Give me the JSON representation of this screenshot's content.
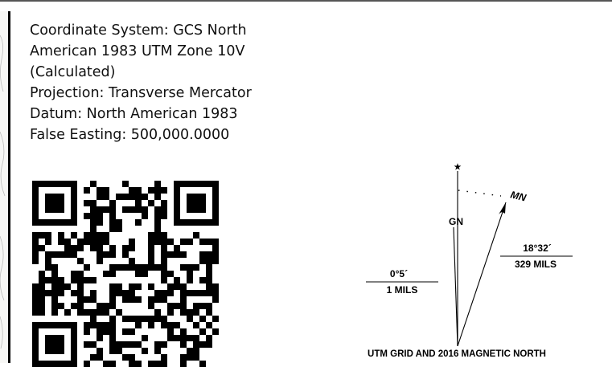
{
  "coordinate_info": {
    "line1": "Coordinate System: GCS North",
    "line2": "American 1983 UTM Zone 10V",
    "line3": "(Calculated)",
    "line4": "Projection: Transverse Mercator",
    "line5": "Datum: North American 1983",
    "line6": "False Easting: 500,000.0000"
  },
  "declination_diagram": {
    "true_north_symbol": "★",
    "grid_north_label": "GN",
    "magnetic_north_label": "MN",
    "grid_angle": "0°5´",
    "grid_mils": "1 MILS",
    "magnetic_angle": "18°32´",
    "magnetic_mils": "329 MILS",
    "caption": "UTM GRID AND 2016 MAGNETIC NORTH"
  },
  "qr_code": {
    "description_icon": "qr-code-icon"
  },
  "colors": {
    "ink": "#000000",
    "frame": "#555555",
    "background": "#ffffff"
  }
}
